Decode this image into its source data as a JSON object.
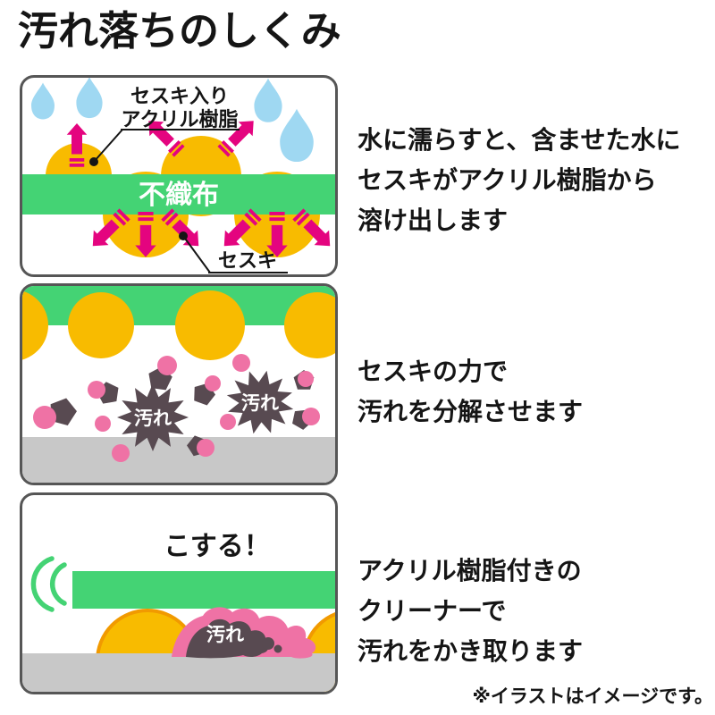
{
  "palette": {
    "magenta": "#E4047F",
    "yellow": "#F8BB00",
    "yellow_stroke": "#F19A00",
    "green": "#44D374",
    "blue": "#9FD8F2",
    "dark": "#584A51",
    "pink": "#EF72A5",
    "floor": "#C8C8C8",
    "border": "#565656",
    "ink": "#151515"
  },
  "title": "汚れ落ちのしくみ",
  "footnote": "※イラストはイメージです。",
  "panel1": {
    "callout_resin_line1": "セスキ入り",
    "callout_resin_line2": "アクリル樹脂",
    "fabric_label": "不織布",
    "callout_sesqui": "セスキ",
    "caption": [
      "水に濡らすと、含ませた水に",
      "セスキがアクリル樹脂から",
      "溶け出します"
    ]
  },
  "panel2": {
    "dirt_label": "汚れ",
    "caption": [
      "セスキの力で",
      "汚れを分解させます"
    ]
  },
  "panel3": {
    "action_label": "こする！",
    "dirt_label": "汚れ",
    "caption": [
      "アクリル樹脂付きの",
      "クリーナーで",
      "汚れをかき取ります"
    ]
  }
}
